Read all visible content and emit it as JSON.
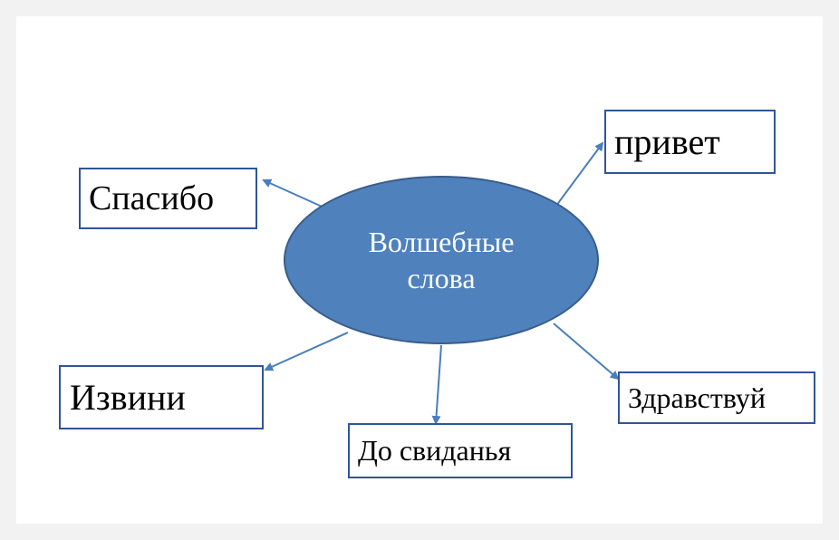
{
  "diagram": {
    "center": {
      "line1": "Волшебные",
      "line2": "слова",
      "fill": "#4f81bd"
    },
    "nodes": {
      "spasibo": "Спасибо",
      "privet": "привет",
      "izvini": "Извини",
      "zdravstvuy": "Здравствуй",
      "do_svidanya": "До свиданья"
    },
    "colors": {
      "box_border": "#2f5597",
      "arrow": "#4a7ebb",
      "text": "#000000"
    }
  }
}
